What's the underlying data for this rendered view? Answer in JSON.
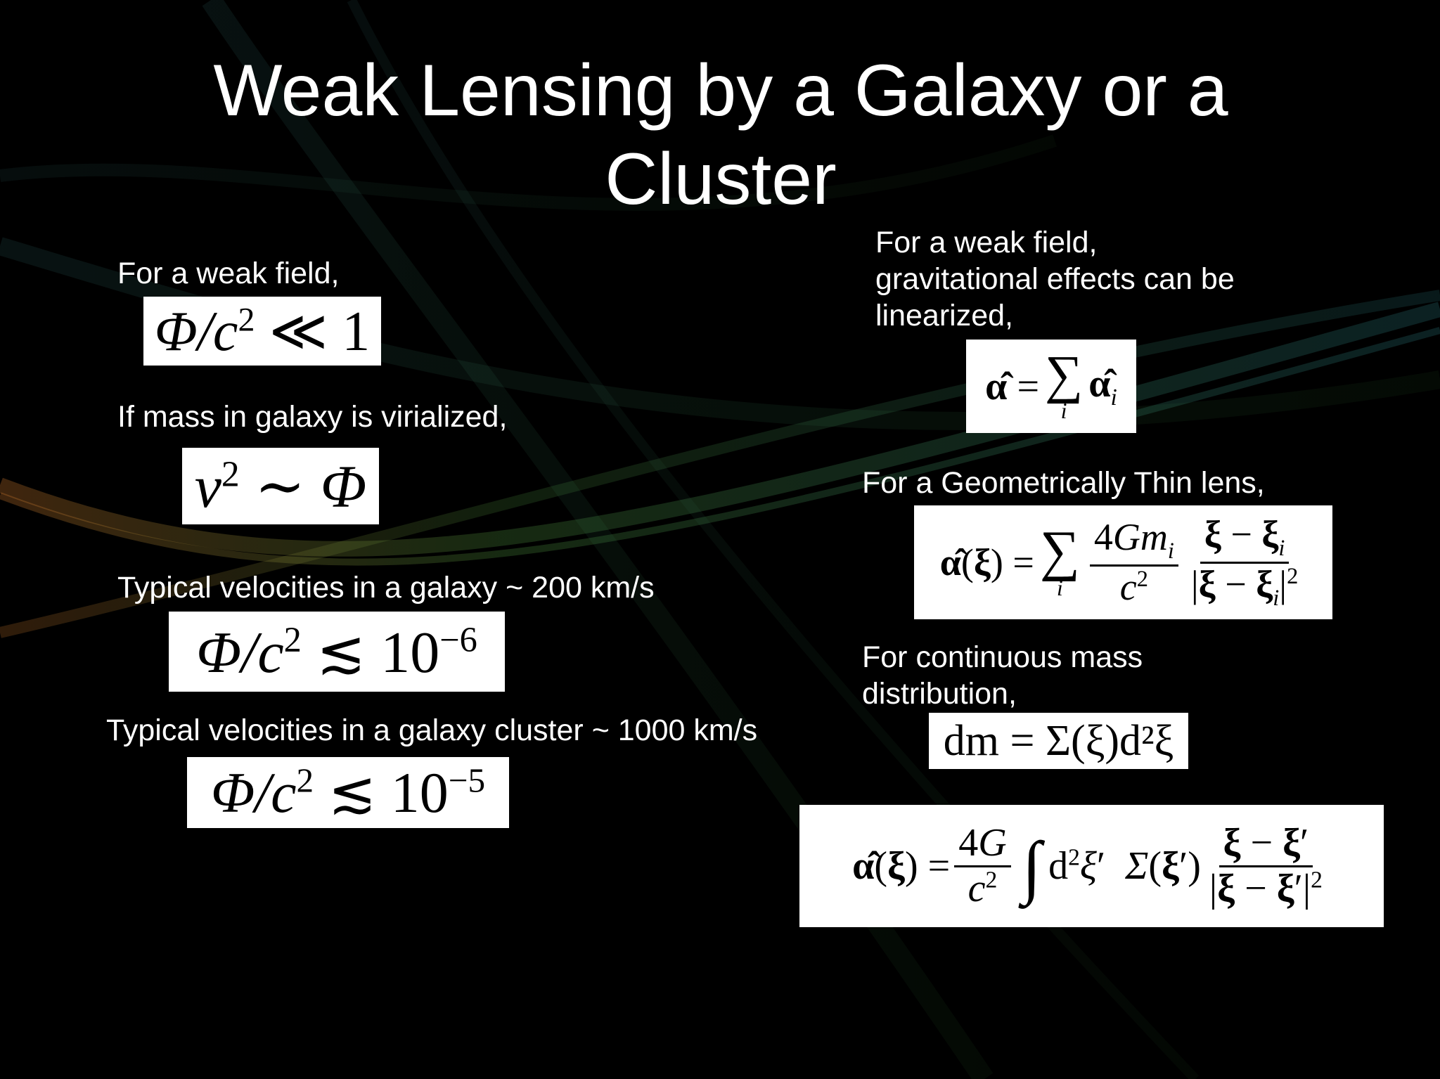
{
  "slide": {
    "title": "Weak Lensing by a Galaxy or a Cluster",
    "left": {
      "caption_1": "For a weak field,",
      "caption_2": "If mass in galaxy is virialized,",
      "caption_3": "Typical velocities in a galaxy ~ 200 km/s",
      "caption_4": "Typical velocities in a galaxy cluster ~ 1000 km/s"
    },
    "right": {
      "caption_1_line1": "For a weak field,",
      "caption_1_line2": "gravitational effects can be",
      "caption_1_line3": "linearized,",
      "caption_2": "For a Geometrically Thin lens,",
      "caption_3_line1": "For continuous mass",
      "caption_3_line2": "distribution,"
    },
    "equations": {
      "eq1_lhs": "Φ/c",
      "eq1_rhs": "≪ 1",
      "eq2_lhs": "v",
      "eq2_rhs": "∼ Φ",
      "eq3_rhs": "≲ 10",
      "eq3_exp": "−6",
      "eq4_rhs": "≲ 10",
      "eq4_exp": "−5",
      "eq5_sum_sub": "i",
      "eq7": "dm = Σ(ξ)d²ξ"
    }
  },
  "colors": {
    "background": "#000000",
    "text": "#ffffff",
    "equation_box": "#ffffff",
    "streak_green": "#3a8a3a",
    "streak_teal": "#2a7a7a",
    "streak_orange": "#b0702a"
  }
}
